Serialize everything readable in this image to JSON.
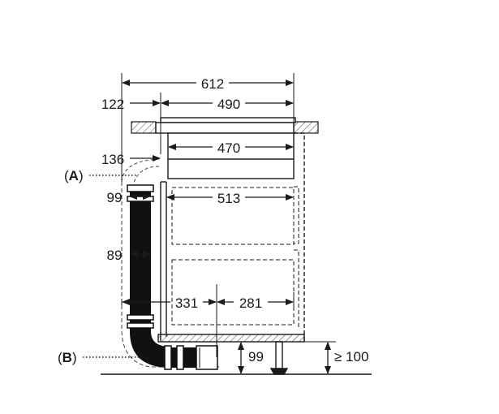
{
  "dimensions": {
    "total_width": "612",
    "offset_left": "122",
    "hob_width": "490",
    "cutout_width": "470",
    "top_to_duct_elbow": "136",
    "duct_top_gap": "99",
    "inner_width": "513",
    "duct_depth": "89",
    "plinth_to_duct": "331",
    "plinth_to_front": "281",
    "plinth_height": "99",
    "min_plinth_clearance": "≥ 100"
  },
  "callouts": {
    "a_paren_open": "(",
    "a_letter": "A",
    "a_paren_close": ")",
    "b_paren_open": "(",
    "b_letter": "B",
    "b_paren_close": ")"
  },
  "colors": {
    "line": "#1a1a1a",
    "hatch": "#555555",
    "duct": "#111111",
    "dashed": "#444444"
  }
}
